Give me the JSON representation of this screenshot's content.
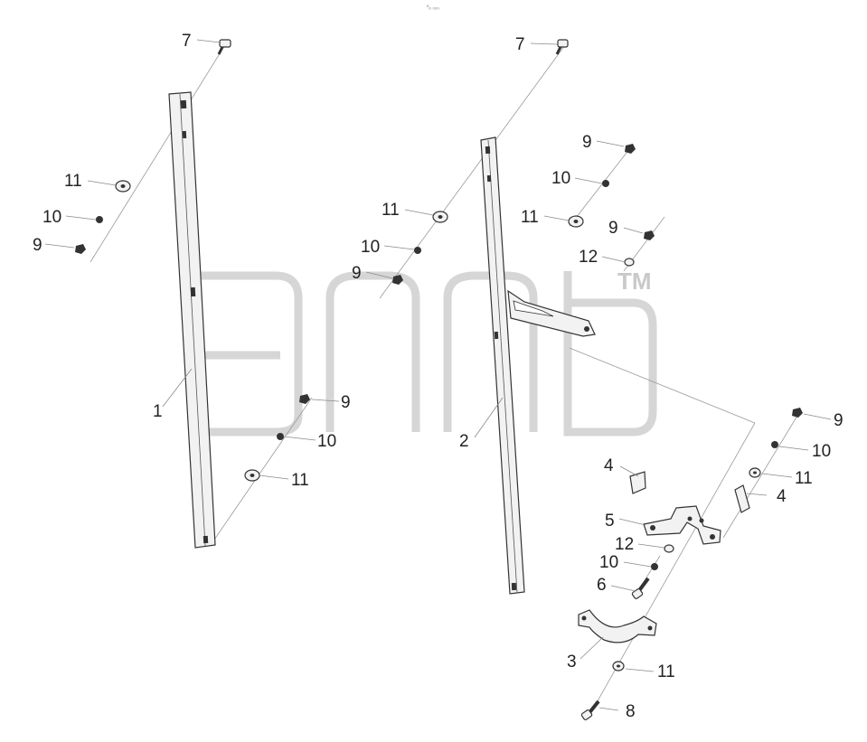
{
  "header": {
    "tiny_caption": "⁰ₒ ₀₀₀"
  },
  "watermark": {
    "trademark": "TM"
  },
  "callouts": [
    {
      "id": "c7a",
      "text": "7"
    },
    {
      "id": "c7b",
      "text": "7"
    },
    {
      "id": "c11a",
      "text": "11"
    },
    {
      "id": "c10a",
      "text": "10"
    },
    {
      "id": "c9a",
      "text": "9"
    },
    {
      "id": "c1",
      "text": "1"
    },
    {
      "id": "c9b",
      "text": "9"
    },
    {
      "id": "c10b",
      "text": "10"
    },
    {
      "id": "c11b",
      "text": "11"
    },
    {
      "id": "c11c",
      "text": "11"
    },
    {
      "id": "c10c",
      "text": "10"
    },
    {
      "id": "c9c",
      "text": "9"
    },
    {
      "id": "c9d",
      "text": "9"
    },
    {
      "id": "c10d",
      "text": "10"
    },
    {
      "id": "c11d",
      "text": "11"
    },
    {
      "id": "c9e",
      "text": "9"
    },
    {
      "id": "c12a",
      "text": "12"
    },
    {
      "id": "c2",
      "text": "2"
    },
    {
      "id": "c9f",
      "text": "9"
    },
    {
      "id": "c10e",
      "text": "10"
    },
    {
      "id": "c11e",
      "text": "11"
    },
    {
      "id": "c4a",
      "text": "4"
    },
    {
      "id": "c4b",
      "text": "4"
    },
    {
      "id": "c5",
      "text": "5"
    },
    {
      "id": "c12b",
      "text": "12"
    },
    {
      "id": "c10f",
      "text": "10"
    },
    {
      "id": "c6",
      "text": "6"
    },
    {
      "id": "c3",
      "text": "3"
    },
    {
      "id": "c11f",
      "text": "11"
    },
    {
      "id": "c8",
      "text": "8"
    }
  ]
}
